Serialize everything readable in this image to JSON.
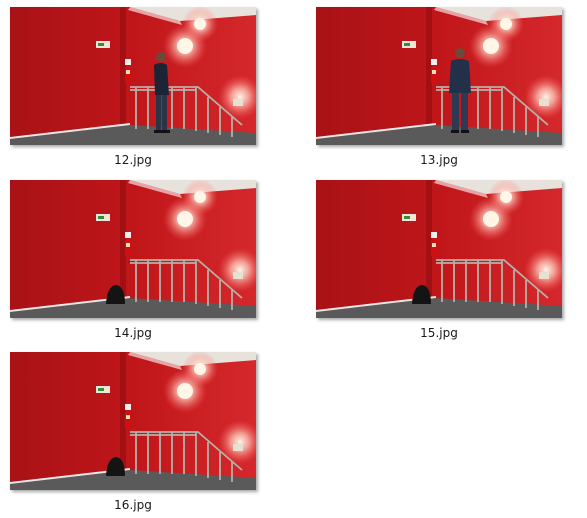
{
  "files": [
    {
      "name": "12.jpg",
      "person": "side"
    },
    {
      "name": "13.jpg",
      "person": "front"
    },
    {
      "name": "14.jpg",
      "person": "none",
      "bag": true
    },
    {
      "name": "15.jpg",
      "person": "none",
      "bag": true
    },
    {
      "name": "16.jpg",
      "person": "none",
      "bag": true
    }
  ],
  "colors": {
    "wall": "#c0161a",
    "wall_dark": "#8a0d10",
    "floor": "#5a5a5a",
    "ceiling": "#e8e2dc",
    "light": "#fff6e8"
  }
}
